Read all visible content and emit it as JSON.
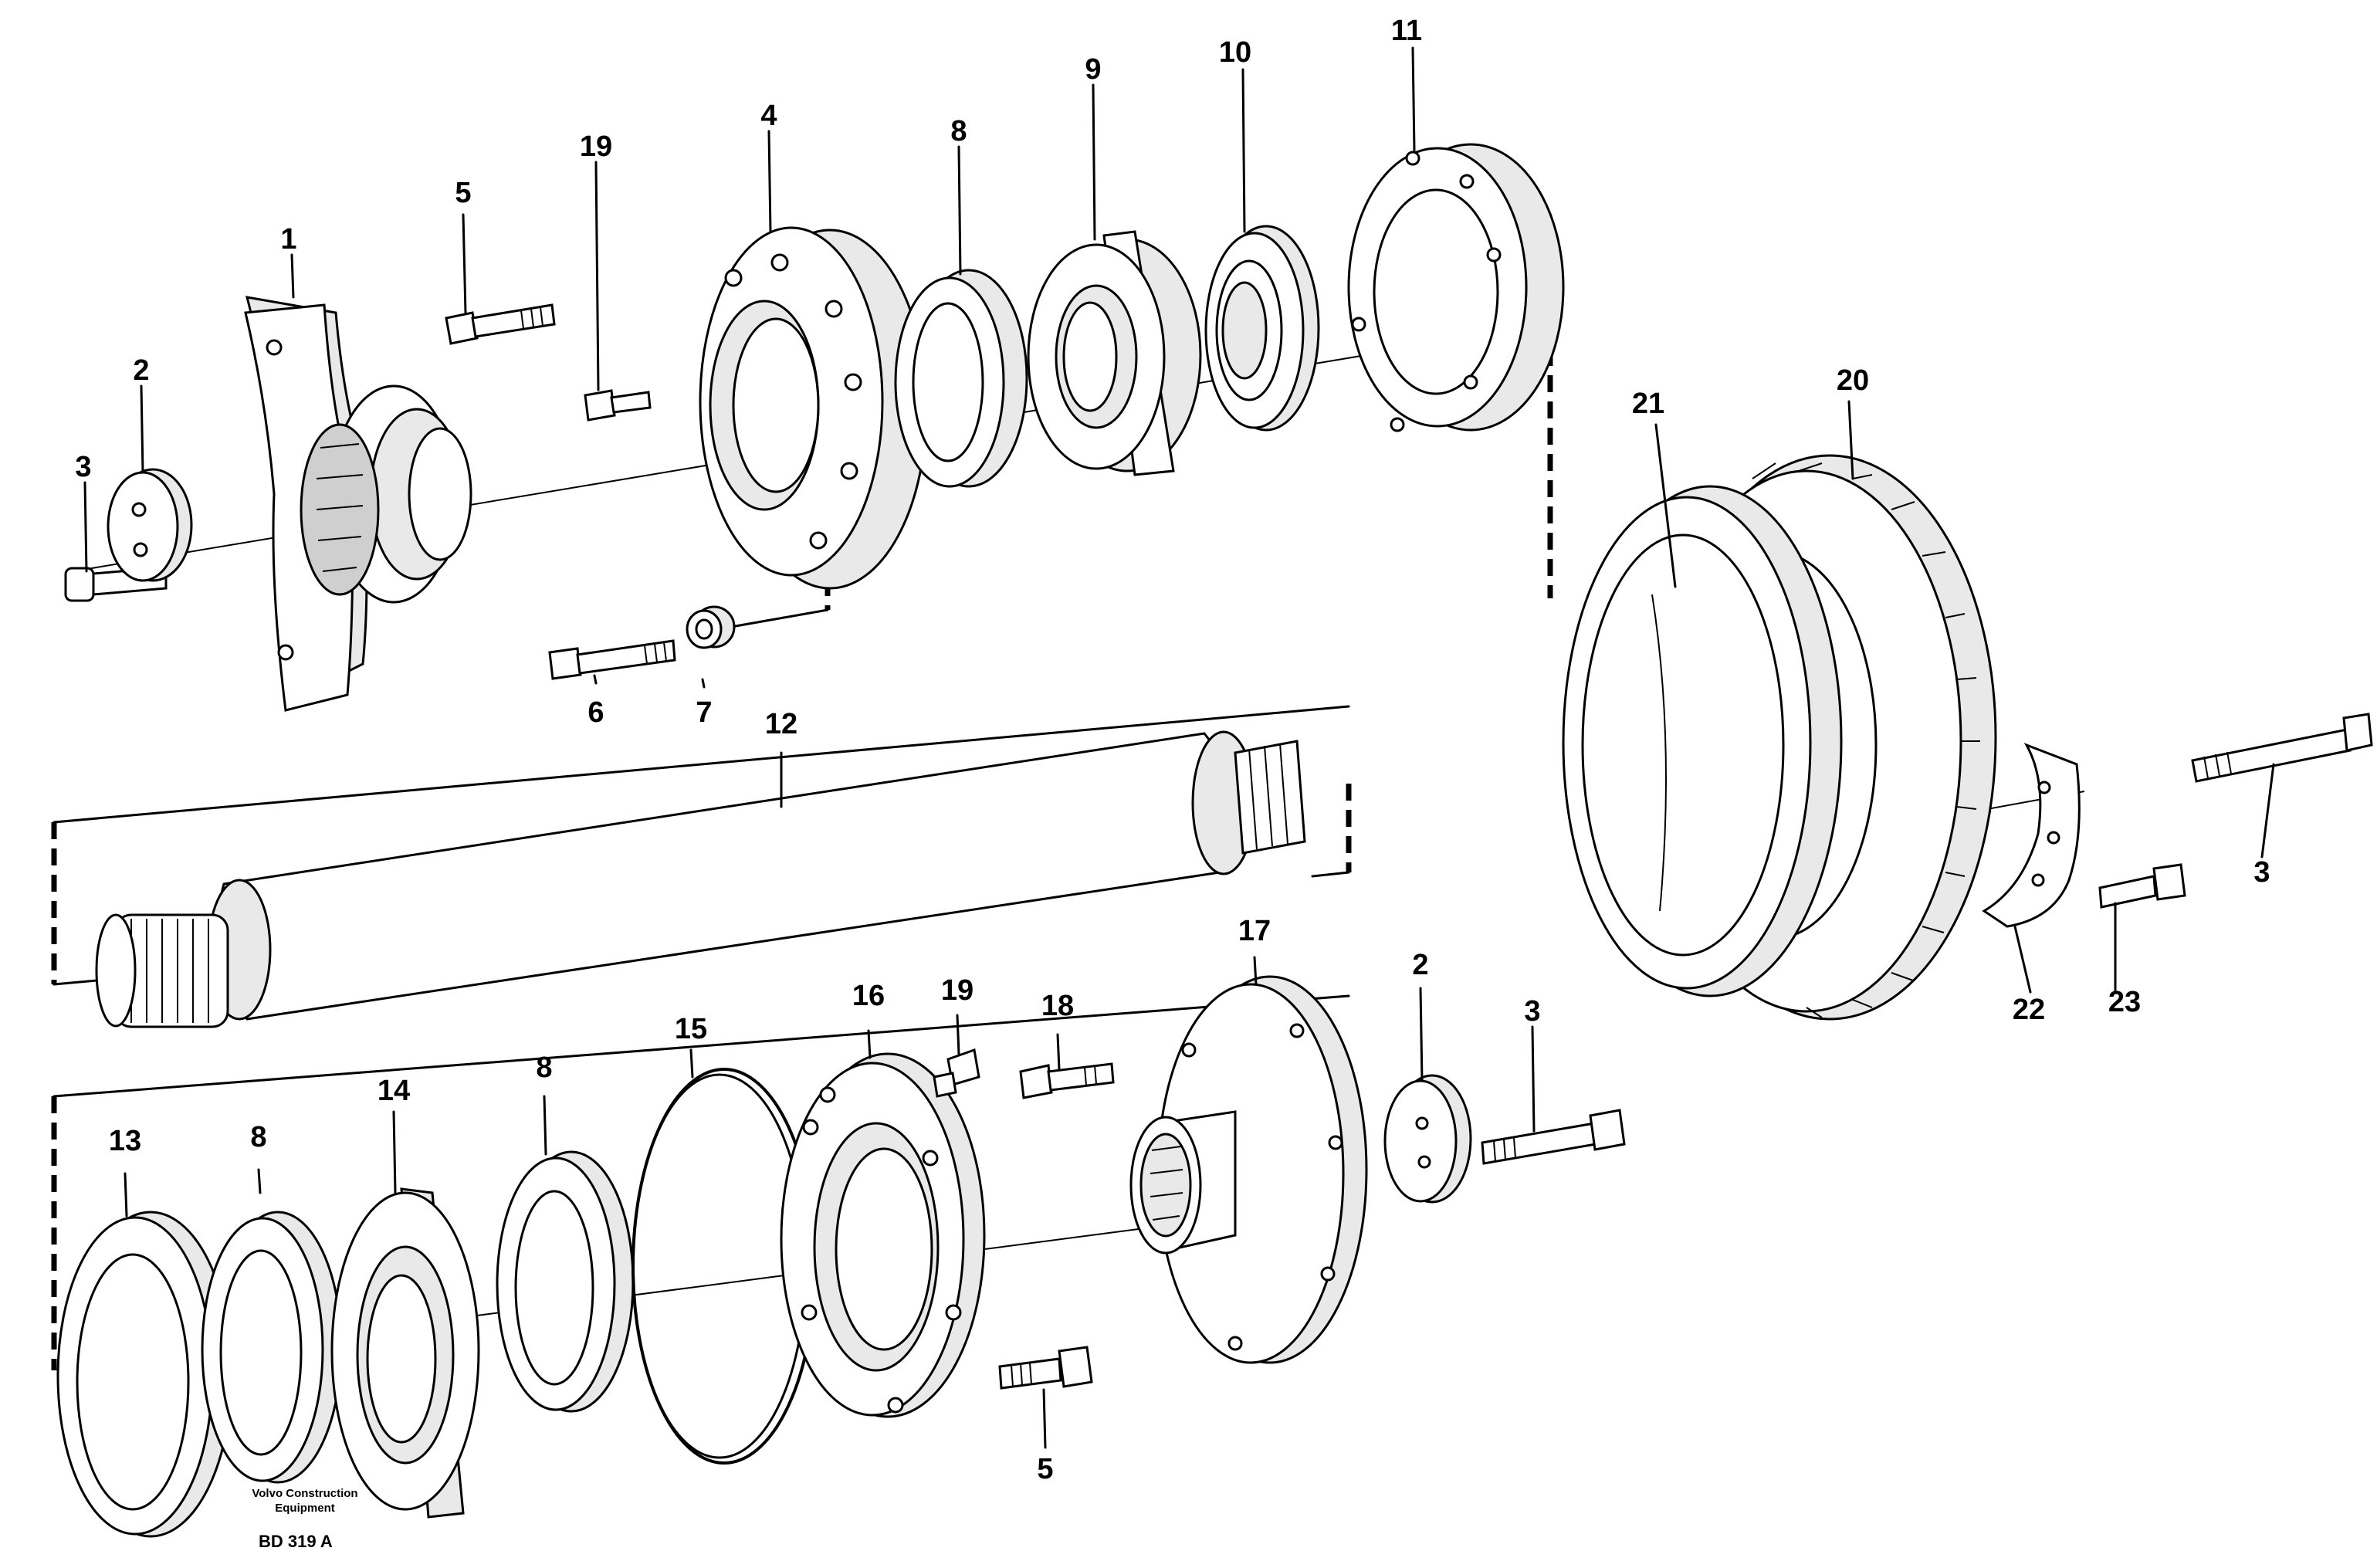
{
  "callouts": {
    "p1": "1",
    "p2a": "2",
    "p3a": "3",
    "p4": "4",
    "p5a": "5",
    "p6": "6",
    "p7": "7",
    "p8a": "8",
    "p9": "9",
    "p10": "10",
    "p11": "11",
    "p19a": "19",
    "p12": "12",
    "p13": "13",
    "p8b": "8",
    "p14": "14",
    "p8c": "8",
    "p15": "15",
    "p16": "16",
    "p19b": "19",
    "p18": "18",
    "p17": "17",
    "p2b": "2",
    "p3b": "3",
    "p5b": "5",
    "p21": "21",
    "p20": "20",
    "p3c": "3",
    "p22": "22",
    "p23": "23"
  },
  "footer": {
    "brand_line1": "Volvo Construction",
    "brand_line2": "Equipment",
    "drawing_code": "BD 319 A"
  },
  "colors": {
    "ink": "#000000",
    "paper": "#ffffff"
  }
}
